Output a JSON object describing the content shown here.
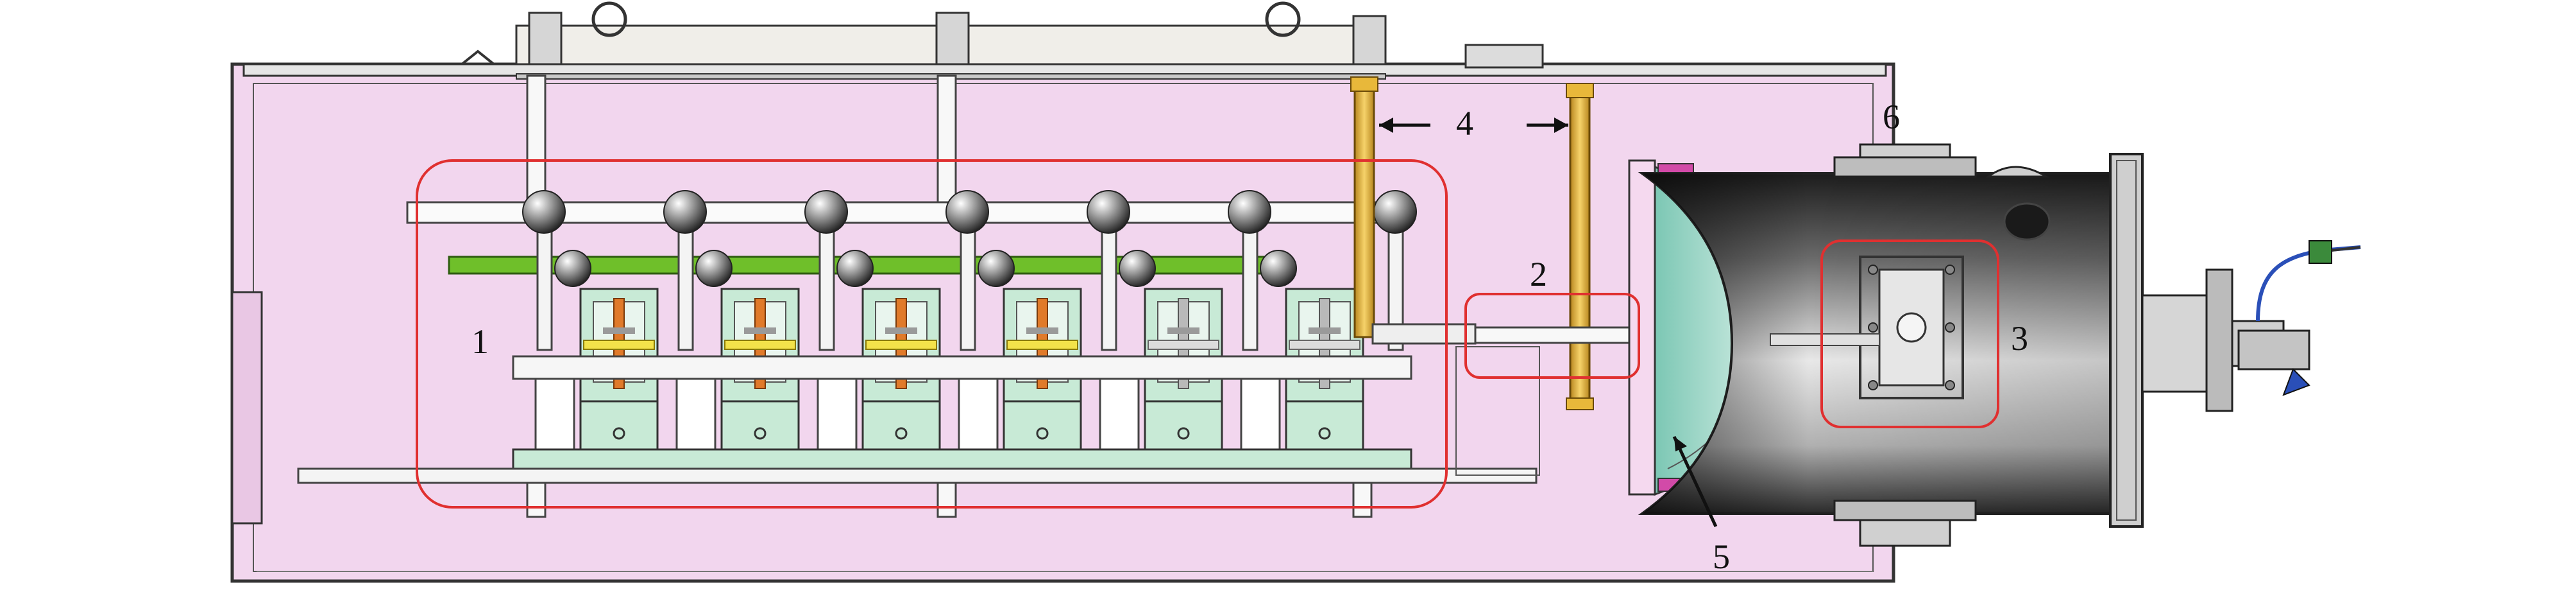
{
  "callouts": {
    "c1": "1",
    "c2": "2",
    "c3": "3",
    "c4": "4",
    "c5": "5",
    "c6": "6"
  },
  "colors": {
    "tank_fill": "#f2d6ee",
    "tank_stroke": "#333333",
    "highlight_box": "#e03030",
    "green_bus": "#6fbf2a",
    "yellow_rod": "#e8b83a",
    "module_fill": "#c8ead6",
    "chamber_dark": "#3a3a3a",
    "chamber_light": "#d9d9d9",
    "flange_pink": "#d24aa8"
  },
  "module_count": 6,
  "grading_sphere_count": 7
}
